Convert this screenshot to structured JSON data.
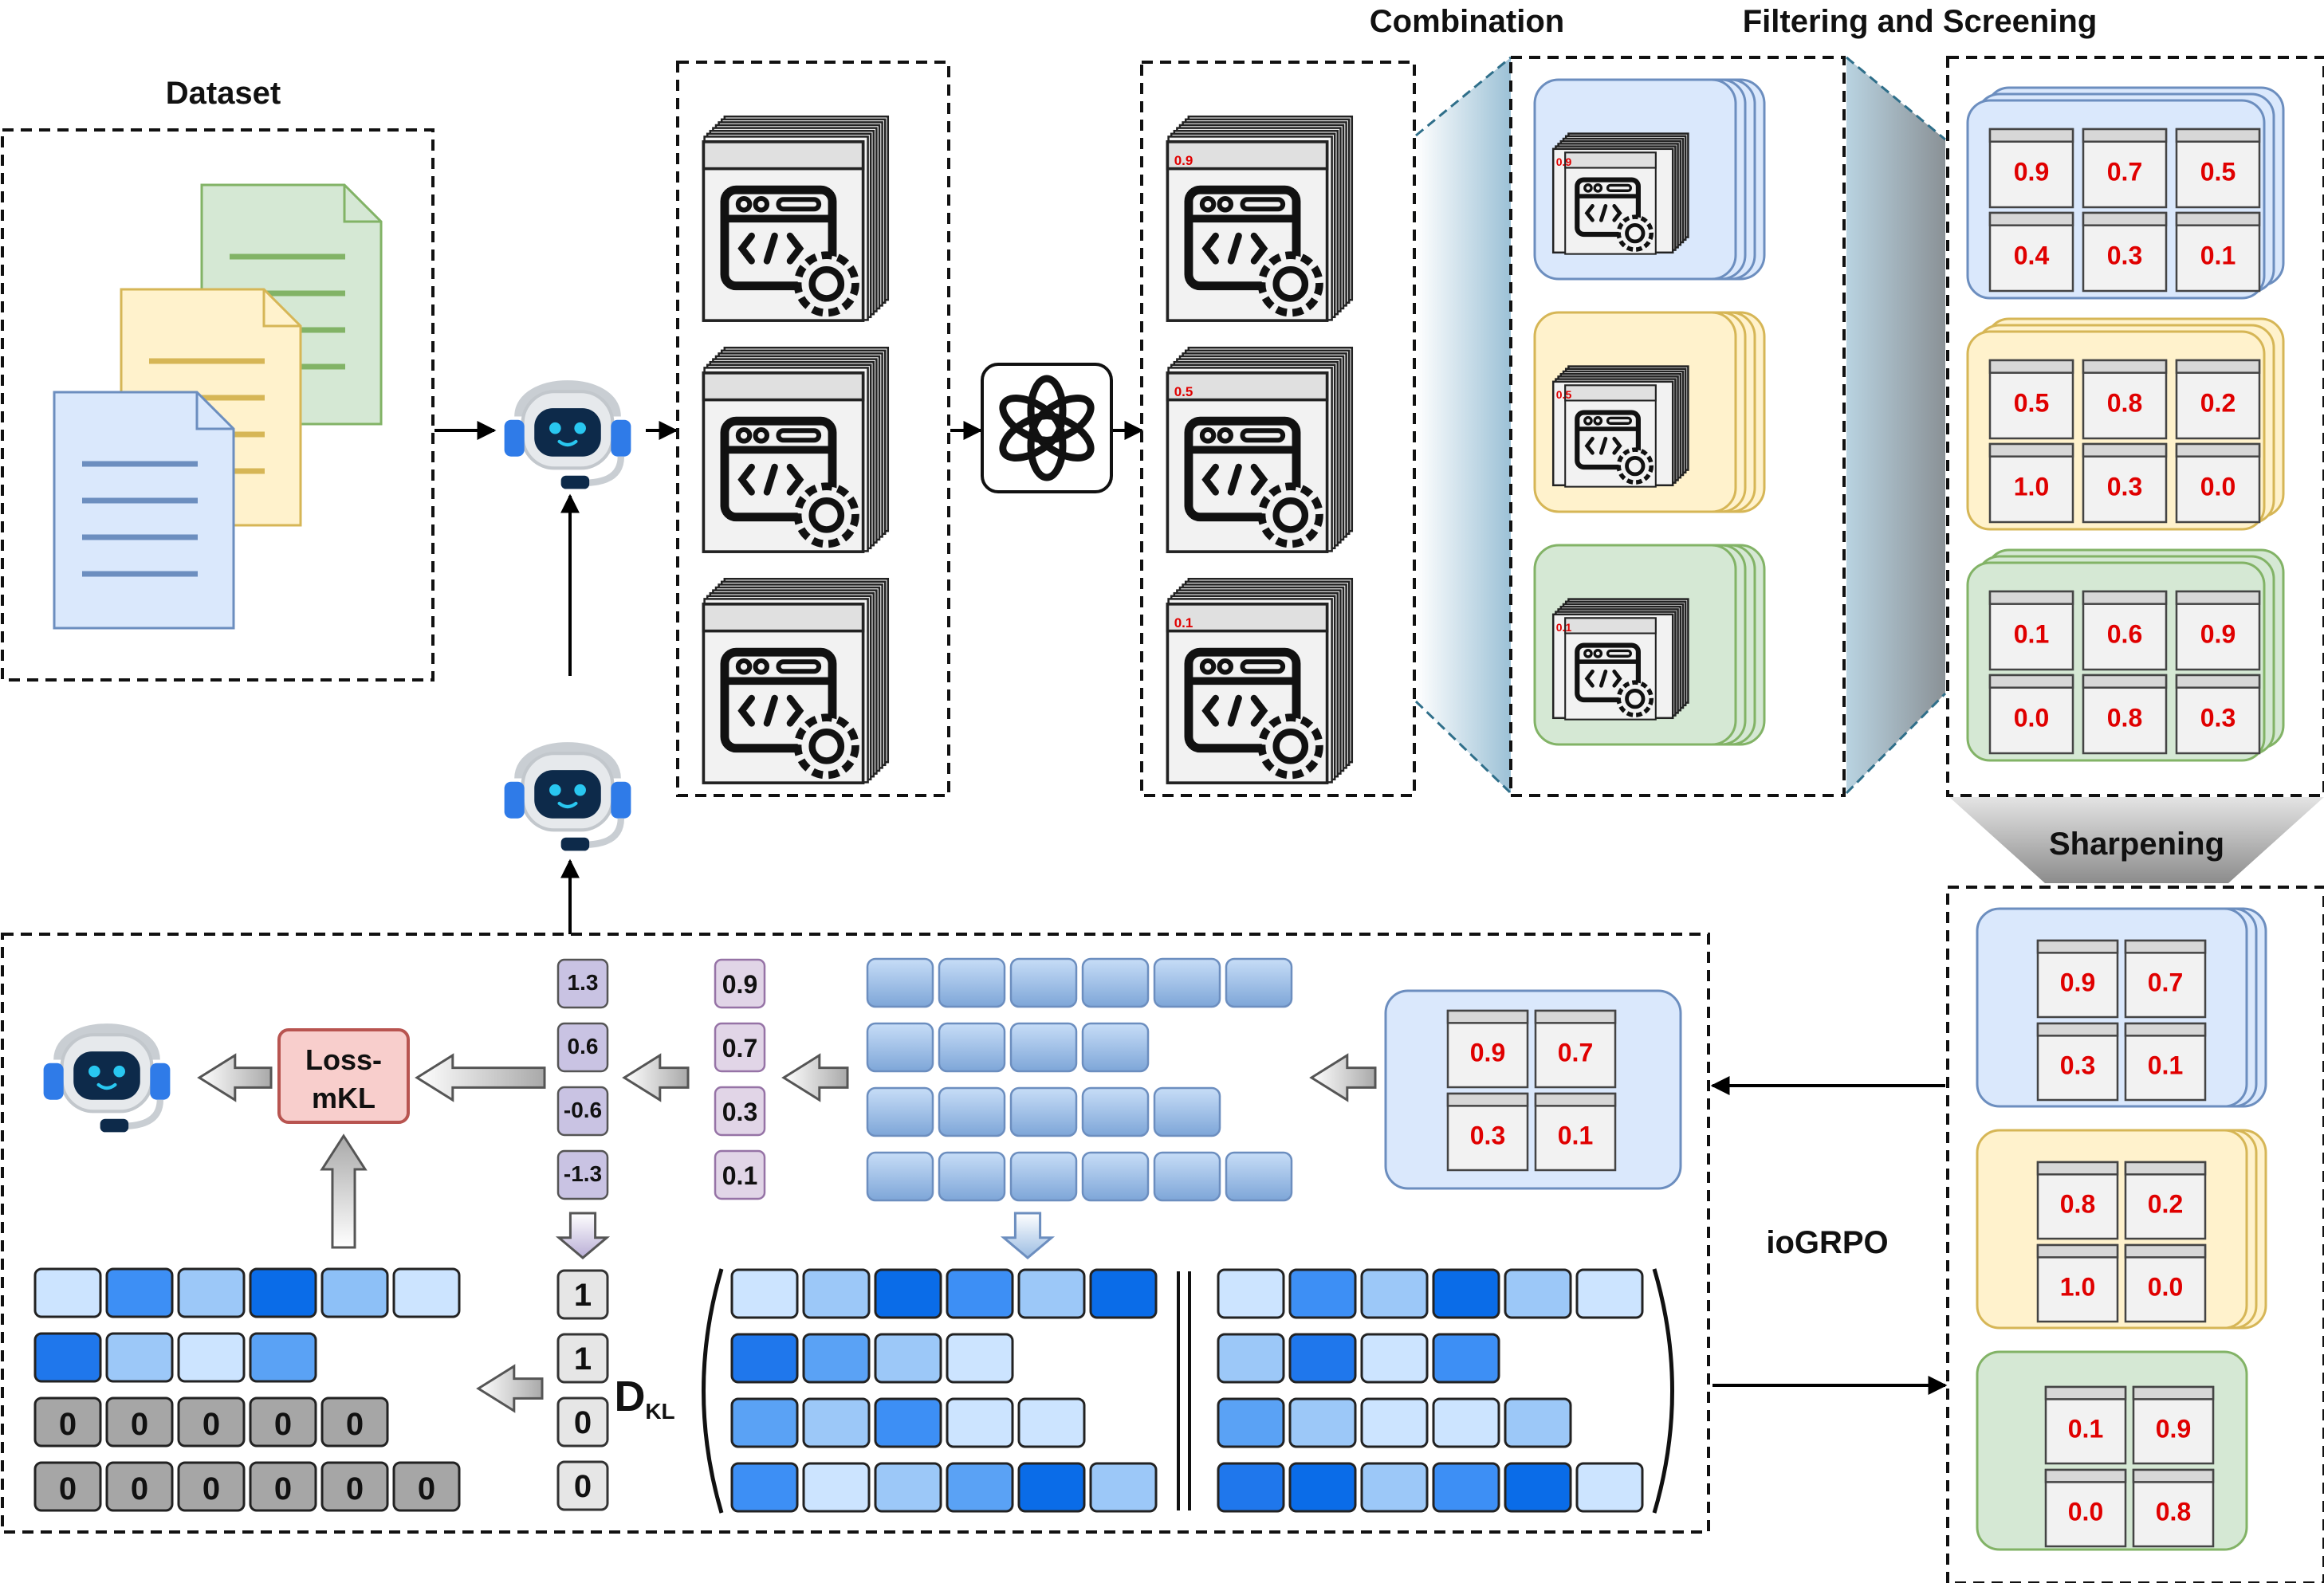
{
  "labels": {
    "dataset": "Dataset",
    "combination": "Combination",
    "filtering": "Filtering and Screening",
    "sharpening": "Sharpening",
    "iogrpo": "ioGRPO",
    "dkl_main": "D",
    "dkl_sub": "KL",
    "loss_line1": "Loss-",
    "loss_line2": "mKL"
  },
  "scored_stacks": [
    "0.9",
    "0.5",
    "0.1"
  ],
  "combination_stacks": [
    "0.9",
    "0.5",
    "0.1"
  ],
  "filter_groups": [
    {
      "color": "blue",
      "scores": [
        "0.9",
        "0.7",
        "0.5",
        "0.4",
        "0.3",
        "0.1"
      ]
    },
    {
      "color": "yellow",
      "scores": [
        "0.5",
        "0.8",
        "0.2",
        "1.0",
        "0.3",
        "0.0"
      ]
    },
    {
      "color": "green",
      "scores": [
        "0.1",
        "0.6",
        "0.9",
        "0.0",
        "0.8",
        "0.3"
      ]
    }
  ],
  "sharpen_groups": [
    {
      "color": "blue",
      "scores": [
        "0.9",
        "0.7",
        "0.3",
        "0.1"
      ]
    },
    {
      "color": "yellow",
      "scores": [
        "0.8",
        "0.2",
        "1.0",
        "0.0"
      ]
    },
    {
      "color": "green",
      "scores": [
        "0.1",
        "0.9",
        "0.0",
        "0.8"
      ]
    }
  ],
  "input_group_scores": [
    "0.9",
    "0.7",
    "0.3",
    "0.1"
  ],
  "reward_column": [
    "0.9",
    "0.7",
    "0.3",
    "0.1"
  ],
  "advantage_column": [
    "1.3",
    "0.6",
    "-0.6",
    "-1.3"
  ],
  "mask_column": [
    "1",
    "1",
    "0",
    "0"
  ],
  "mask_matrix_rows": [
    [
      "",
      "",
      "",
      "",
      "",
      ""
    ],
    [
      "",
      "",
      "",
      ""
    ],
    [
      "0",
      "0",
      "0",
      "0",
      "0"
    ],
    [
      "0",
      "0",
      "0",
      "0",
      "0",
      "0"
    ]
  ],
  "colors": {
    "blue_fill": "#dae8fc",
    "blue_stroke": "#6c8ebf",
    "yellow_fill": "#fff2cc",
    "yellow_stroke": "#d6b656",
    "green_fill": "#d5e8d4",
    "green_stroke": "#82b366",
    "score_red": "#e00000",
    "purple_fill": "#e1d5e7",
    "purple_stroke": "#9673a6",
    "loss_fill": "#f8cecc",
    "loss_stroke": "#b85450"
  }
}
